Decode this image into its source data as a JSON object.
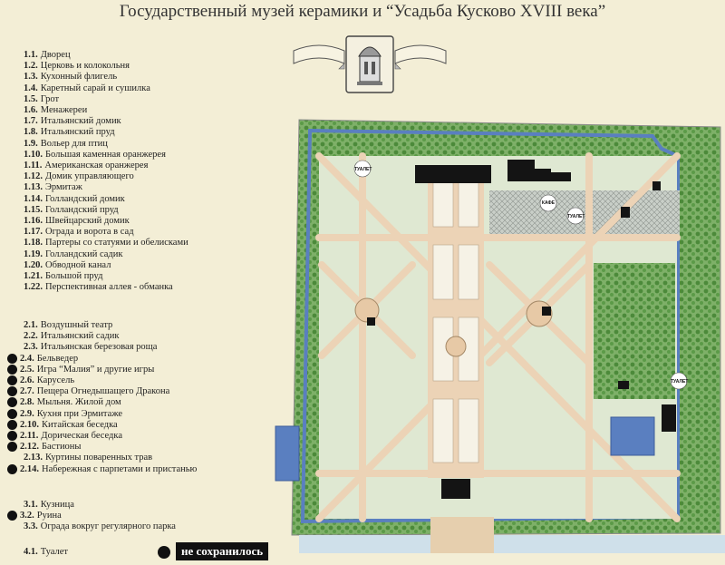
{
  "title": "Государственный музей керамики и  “Усадьба Кусково XVIII века”",
  "legend": [
    {
      "num": "1.1.",
      "label": "Дворец",
      "lost": false
    },
    {
      "num": "1.2.",
      "label": "Церковь и колокольня",
      "lost": false
    },
    {
      "num": "1.3.",
      "label": "Кухонный флигель",
      "lost": false
    },
    {
      "num": "1.4.",
      "label": "Каретный сарай и сушилка",
      "lost": false
    },
    {
      "num": "1.5.",
      "label": "Грот",
      "lost": false
    },
    {
      "num": "1.6.",
      "label": "Менажереи",
      "lost": false
    },
    {
      "num": "1.7.",
      "label": "Итальянский домик",
      "lost": false
    },
    {
      "num": "1.8.",
      "label": "Итальянский пруд",
      "lost": false
    },
    {
      "num": "1.9.",
      "label": "Вольер для птиц",
      "lost": false
    },
    {
      "num": "1.10.",
      "label": "Большая каменная оранжерея",
      "lost": false
    },
    {
      "num": "1.11.",
      "label": "Американская оранжерея",
      "lost": false
    },
    {
      "num": "1.12.",
      "label": "Домик управляющего",
      "lost": false
    },
    {
      "num": "1.13.",
      "label": "Эрмитаж",
      "lost": false
    },
    {
      "num": "1.14.",
      "label": "Голландский домик",
      "lost": false
    },
    {
      "num": "1.15.",
      "label": "Голландский пруд",
      "lost": false
    },
    {
      "num": "1.16.",
      "label": "Швейцарский домик",
      "lost": false
    },
    {
      "num": "1.17.",
      "label": "Ограда и ворота в сад",
      "lost": false
    },
    {
      "num": "1.18.",
      "label": "Партеры со статуями и обелисками",
      "lost": false
    },
    {
      "num": "1.19.",
      "label": "Голландский садик",
      "lost": false
    },
    {
      "num": "1.20.",
      "label": "Обводной канал",
      "lost": false
    },
    {
      "num": "1.21.",
      "label": "Большой пруд",
      "lost": false
    },
    {
      "num": "1.22.",
      "label": "Перспективная аллея - обманка",
      "lost": false
    },
    {
      "num": "2.1.",
      "label": "Воздушный театр",
      "lost": false
    },
    {
      "num": "2.2.",
      "label": "Итальянский садик",
      "lost": false
    },
    {
      "num": "2.3.",
      "label": "Итальянская березовая роща",
      "lost": false
    },
    {
      "num": "2.4.",
      "label": "Бельведер",
      "lost": true
    },
    {
      "num": "2.5.",
      "label": "Игра “Малия” и другие игры",
      "lost": true
    },
    {
      "num": "2.6.",
      "label": "Карусель",
      "lost": true
    },
    {
      "num": "2.7.",
      "label": "Пещера Огнедышащего Дракона",
      "lost": true
    },
    {
      "num": "2.8.",
      "label": "Мыльня. Жилой дом",
      "lost": true
    },
    {
      "num": "2.9.",
      "label": "Кухня при Эрмитаже",
      "lost": true
    },
    {
      "num": "2.10.",
      "label": "Китайская беседка",
      "lost": true
    },
    {
      "num": "2.11.",
      "label": "Дорическая беседка",
      "lost": true
    },
    {
      "num": "2.12.",
      "label": "Бастионы",
      "lost": true
    },
    {
      "num": "2.13.",
      "label": "Куртины поваренных трав",
      "lost": false
    },
    {
      "num": "2.14.",
      "label": "Набережная с парпетами и пристанью",
      "lost": true
    },
    {
      "num": "3.1.",
      "label": "Кузница",
      "lost": false
    },
    {
      "num": "3.2.",
      "label": "Руина",
      "lost": true
    },
    {
      "num": "3.3.",
      "label": "Ограда вокруг регулярного парка",
      "lost": false
    },
    {
      "num": "4.1.",
      "label": "Туалет",
      "lost": false
    }
  ],
  "note": "не сохранилось",
  "map": {
    "cafe_label": "КАФЕ",
    "wc_labels": [
      "ТУАЛЕТ",
      "ТУАЛЕТ",
      "ТУАЛЕТ"
    ]
  },
  "colors": {
    "background": "#f3eed6",
    "trees": "#5e9a4a",
    "canal": "#5a7fc0",
    "paths": "#ecd3b6",
    "lawn": "#dfe8d2",
    "buildings": "#141414"
  }
}
